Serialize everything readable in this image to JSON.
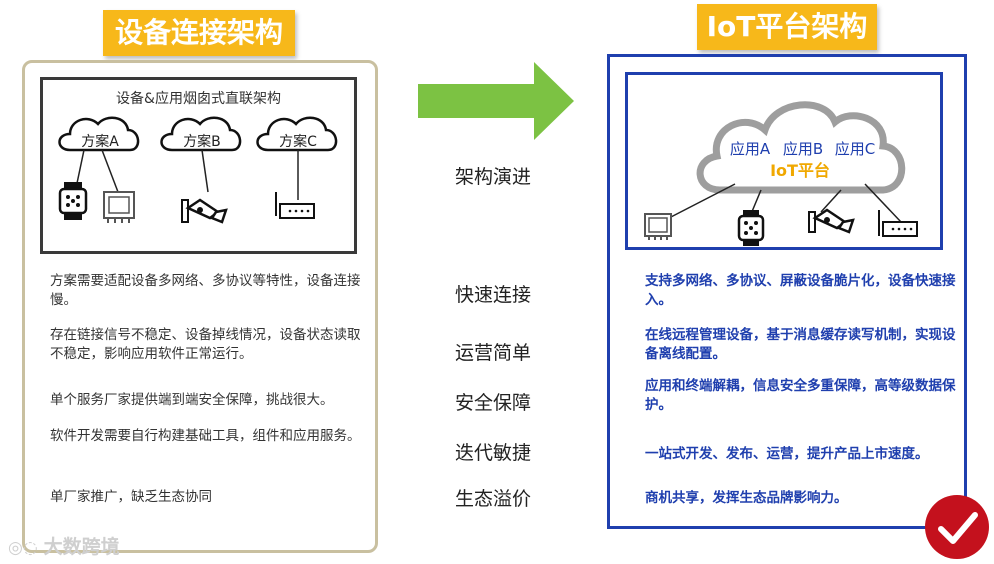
{
  "left": {
    "title": "设备连接架构",
    "diagram_title": "设备&应用烟囱式直联架构",
    "clouds": [
      "方案A",
      "方案B",
      "方案C"
    ],
    "points": [
      "方案需要适配设备多网络、多协议等特性，设备连接慢。",
      "存在链接信号不稳定、设备掉线情况，设备状态读取不稳定，影响应用软件正常运行。",
      "单个服务厂家提供端到端安全保障，挑战很大。",
      "软件开发需要自行构建基础工具，组件和应用服务。",
      "单厂家推广，缺乏生态协同"
    ]
  },
  "middle": {
    "labels": [
      "架构演进",
      "快速连接",
      "运营简单",
      "安全保障",
      "迭代敏捷",
      "生态溢价"
    ]
  },
  "right": {
    "title": "IoT平台架构",
    "apps": [
      "应用A",
      "应用B",
      "应用C"
    ],
    "platform_label": "IoT平台",
    "points": [
      "支持多网络、多协议、屏蔽设备脆片化，设备快速接入。",
      "在线远程管理设备，基于消息缓存读写机制，实现设备离线配置。",
      "应用和终端解耦，信息安全多重保障，高等级数据保护。",
      "一站式开发、发布、运营，提升产品上市速度。",
      "商机共享，发挥生态品牌影响力。"
    ]
  },
  "watermark": "大数跨境",
  "colors": {
    "title_bg": "#f7b81a",
    "arrow": "#7cc243",
    "right_accent": "#1f3fae",
    "check": "#c4111d",
    "left_border": "#c9c0a0"
  }
}
